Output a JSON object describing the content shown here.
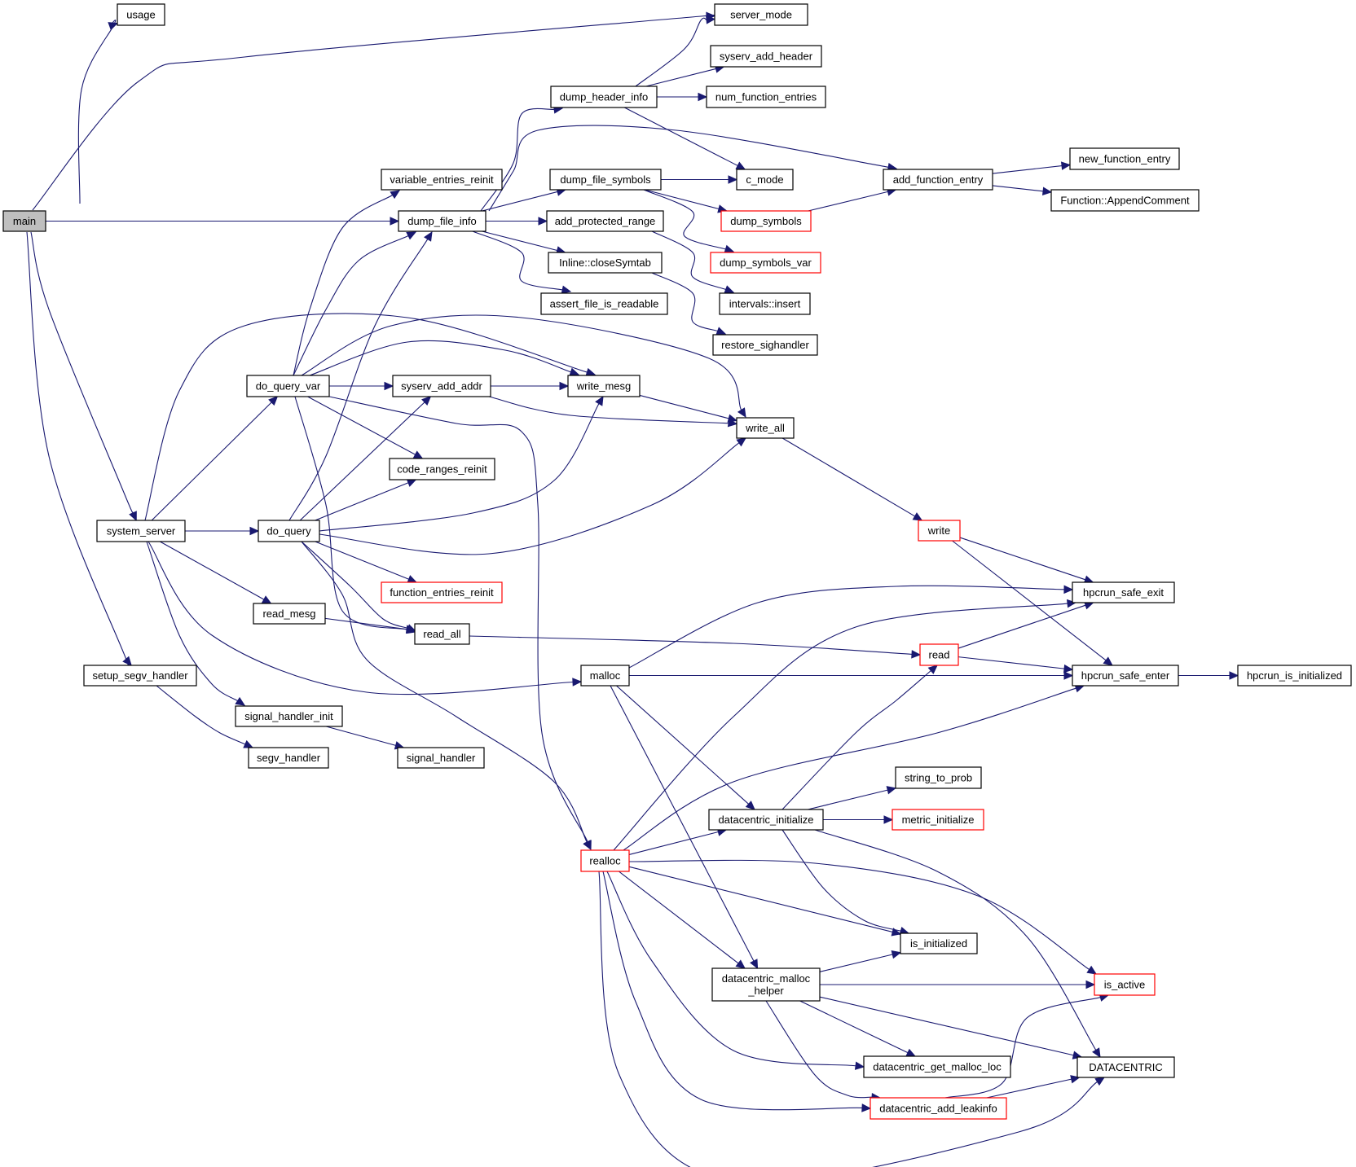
{
  "diagram": {
    "type": "call-graph",
    "colors": {
      "edge": "#191970",
      "root_fill": "#bfbfbf",
      "node_border": "#000000",
      "truncated_border": "#ff0000"
    },
    "nodes": [
      {
        "id": "main",
        "label": "main",
        "kind": "root"
      },
      {
        "id": "usage",
        "label": "usage",
        "kind": "normal"
      },
      {
        "id": "server_mode",
        "label": "server_mode",
        "kind": "normal"
      },
      {
        "id": "syserv_add_header",
        "label": "syserv_add_header",
        "kind": "normal"
      },
      {
        "id": "dump_header_info",
        "label": "dump_header_info",
        "kind": "normal"
      },
      {
        "id": "num_function_entries",
        "label": "num_function_entries",
        "kind": "normal"
      },
      {
        "id": "variable_entries_reinit",
        "label": "variable_entries_reinit",
        "kind": "normal"
      },
      {
        "id": "c_mode",
        "label": "c_mode",
        "kind": "normal"
      },
      {
        "id": "dump_file_symbols",
        "label": "dump_file_symbols",
        "kind": "normal"
      },
      {
        "id": "add_function_entry",
        "label": "add_function_entry",
        "kind": "normal"
      },
      {
        "id": "new_function_entry",
        "label": "new_function_entry",
        "kind": "normal"
      },
      {
        "id": "function_appendcomment",
        "label": "Function::AppendComment",
        "kind": "normal"
      },
      {
        "id": "dump_file_info",
        "label": "dump_file_info",
        "kind": "normal"
      },
      {
        "id": "add_protected_range",
        "label": "add_protected_range",
        "kind": "normal"
      },
      {
        "id": "dump_symbols",
        "label": "dump_symbols",
        "kind": "truncated"
      },
      {
        "id": "inline_closesymtab",
        "label": "Inline::closeSymtab",
        "kind": "normal"
      },
      {
        "id": "dump_symbols_var",
        "label": "dump_symbols_var",
        "kind": "truncated"
      },
      {
        "id": "assert_file_is_readable",
        "label": "assert_file_is_readable",
        "kind": "normal"
      },
      {
        "id": "intervals_insert",
        "label": "intervals::insert",
        "kind": "normal"
      },
      {
        "id": "restore_sighandler",
        "label": "restore_sighandler",
        "kind": "normal"
      },
      {
        "id": "do_query_var",
        "label": "do_query_var",
        "kind": "normal"
      },
      {
        "id": "syserv_add_addr",
        "label": "syserv_add_addr",
        "kind": "normal"
      },
      {
        "id": "write_mesg",
        "label": "write_mesg",
        "kind": "normal"
      },
      {
        "id": "write_all",
        "label": "write_all",
        "kind": "normal"
      },
      {
        "id": "code_ranges_reinit",
        "label": "code_ranges_reinit",
        "kind": "normal"
      },
      {
        "id": "system_server",
        "label": "system_server",
        "kind": "normal"
      },
      {
        "id": "do_query",
        "label": "do_query",
        "kind": "normal"
      },
      {
        "id": "write",
        "label": "write",
        "kind": "truncated"
      },
      {
        "id": "function_entries_reinit",
        "label": "function_entries_reinit",
        "kind": "truncated"
      },
      {
        "id": "hpcrun_safe_exit",
        "label": "hpcrun_safe_exit",
        "kind": "normal"
      },
      {
        "id": "read_mesg",
        "label": "read_mesg",
        "kind": "normal"
      },
      {
        "id": "read_all",
        "label": "read_all",
        "kind": "normal"
      },
      {
        "id": "read",
        "label": "read",
        "kind": "truncated"
      },
      {
        "id": "malloc",
        "label": "malloc",
        "kind": "normal"
      },
      {
        "id": "hpcrun_safe_enter",
        "label": "hpcrun_safe_enter",
        "kind": "normal"
      },
      {
        "id": "hpcrun_is_initialized",
        "label": "hpcrun_is_initialized",
        "kind": "normal"
      },
      {
        "id": "setup_segv_handler",
        "label": "setup_segv_handler",
        "kind": "normal"
      },
      {
        "id": "signal_handler_init",
        "label": "signal_handler_init",
        "kind": "normal"
      },
      {
        "id": "segv_handler",
        "label": "segv_handler",
        "kind": "normal"
      },
      {
        "id": "signal_handler",
        "label": "signal_handler",
        "kind": "normal"
      },
      {
        "id": "string_to_prob",
        "label": "string_to_prob",
        "kind": "normal"
      },
      {
        "id": "datacentric_initialize",
        "label": "datacentric_initialize",
        "kind": "normal"
      },
      {
        "id": "metric_initialize",
        "label": "metric_initialize",
        "kind": "truncated"
      },
      {
        "id": "realloc",
        "label": "realloc",
        "kind": "truncated"
      },
      {
        "id": "is_initialized",
        "label": "is_initialized",
        "kind": "normal"
      },
      {
        "id": "datacentric_malloc_helper",
        "label": "datacentric_malloc\n_helper",
        "kind": "normal"
      },
      {
        "id": "is_active",
        "label": "is_active",
        "kind": "truncated"
      },
      {
        "id": "datacentric_get_malloc_loc",
        "label": "datacentric_get_malloc_loc",
        "kind": "normal"
      },
      {
        "id": "datacentric_uc",
        "label": "DATACENTRIC",
        "kind": "normal"
      },
      {
        "id": "datacentric_add_leakinfo",
        "label": "datacentric_add_leakinfo",
        "kind": "truncated"
      }
    ],
    "edges": [
      [
        "main",
        "usage"
      ],
      [
        "main",
        "server_mode"
      ],
      [
        "main",
        "dump_file_info"
      ],
      [
        "main",
        "system_server"
      ],
      [
        "main",
        "setup_segv_handler"
      ],
      [
        "dump_header_info",
        "server_mode"
      ],
      [
        "dump_header_info",
        "syserv_add_header"
      ],
      [
        "dump_header_info",
        "num_function_entries"
      ],
      [
        "dump_header_info",
        "c_mode"
      ],
      [
        "dump_file_info",
        "dump_header_info"
      ],
      [
        "dump_file_info",
        "add_function_entry"
      ],
      [
        "dump_file_info",
        "dump_file_symbols"
      ],
      [
        "dump_file_info",
        "add_protected_range"
      ],
      [
        "dump_file_info",
        "inline_closesymtab"
      ],
      [
        "dump_file_info",
        "assert_file_is_readable"
      ],
      [
        "dump_file_symbols",
        "c_mode"
      ],
      [
        "dump_file_symbols",
        "dump_symbols"
      ],
      [
        "dump_file_symbols",
        "dump_symbols_var"
      ],
      [
        "dump_symbols",
        "add_function_entry"
      ],
      [
        "add_function_entry",
        "new_function_entry"
      ],
      [
        "add_function_entry",
        "function_appendcomment"
      ],
      [
        "add_protected_range",
        "intervals_insert"
      ],
      [
        "inline_closesymtab",
        "restore_sighandler"
      ],
      [
        "do_query_var",
        "variable_entries_reinit"
      ],
      [
        "do_query_var",
        "dump_file_info"
      ],
      [
        "do_query_var",
        "syserv_add_addr"
      ],
      [
        "do_query_var",
        "write_mesg"
      ],
      [
        "do_query_var",
        "write_all"
      ],
      [
        "do_query_var",
        "code_ranges_reinit"
      ],
      [
        "do_query_var",
        "read_all"
      ],
      [
        "do_query_var",
        "realloc"
      ],
      [
        "syserv_add_addr",
        "write_mesg"
      ],
      [
        "syserv_add_addr",
        "write_all"
      ],
      [
        "write_mesg",
        "write_all"
      ],
      [
        "write_all",
        "write"
      ],
      [
        "system_server",
        "do_query_var"
      ],
      [
        "system_server",
        "do_query"
      ],
      [
        "system_server",
        "write_mesg"
      ],
      [
        "system_server",
        "read_mesg"
      ],
      [
        "system_server",
        "malloc"
      ],
      [
        "system_server",
        "signal_handler_init"
      ],
      [
        "do_query",
        "dump_file_info"
      ],
      [
        "do_query",
        "syserv_add_addr"
      ],
      [
        "do_query",
        "write_mesg"
      ],
      [
        "do_query",
        "code_ranges_reinit"
      ],
      [
        "do_query",
        "write_all"
      ],
      [
        "do_query",
        "function_entries_reinit"
      ],
      [
        "do_query",
        "read_all"
      ],
      [
        "do_query",
        "realloc"
      ],
      [
        "read_mesg",
        "read_all"
      ],
      [
        "read_all",
        "read"
      ],
      [
        "write",
        "hpcrun_safe_exit"
      ],
      [
        "write",
        "hpcrun_safe_enter"
      ],
      [
        "read",
        "hpcrun_safe_exit"
      ],
      [
        "read",
        "hpcrun_safe_enter"
      ],
      [
        "malloc",
        "hpcrun_safe_exit"
      ],
      [
        "malloc",
        "hpcrun_safe_enter"
      ],
      [
        "malloc",
        "datacentric_initialize"
      ],
      [
        "malloc",
        "datacentric_malloc_helper"
      ],
      [
        "hpcrun_safe_enter",
        "hpcrun_is_initialized"
      ],
      [
        "setup_segv_handler",
        "segv_handler"
      ],
      [
        "signal_handler_init",
        "signal_handler"
      ],
      [
        "datacentric_initialize",
        "read"
      ],
      [
        "datacentric_initialize",
        "string_to_prob"
      ],
      [
        "datacentric_initialize",
        "metric_initialize"
      ],
      [
        "datacentric_initialize",
        "is_initialized"
      ],
      [
        "datacentric_initialize",
        "datacentric_uc"
      ],
      [
        "realloc",
        "hpcrun_safe_exit"
      ],
      [
        "realloc",
        "hpcrun_safe_enter"
      ],
      [
        "realloc",
        "datacentric_initialize"
      ],
      [
        "realloc",
        "is_active"
      ],
      [
        "realloc",
        "is_initialized"
      ],
      [
        "realloc",
        "datacentric_malloc_helper"
      ],
      [
        "realloc",
        "datacentric_get_malloc_loc"
      ],
      [
        "realloc",
        "datacentric_add_leakinfo"
      ],
      [
        "realloc",
        "datacentric_uc"
      ],
      [
        "datacentric_malloc_helper",
        "is_initialized"
      ],
      [
        "datacentric_malloc_helper",
        "is_active"
      ],
      [
        "datacentric_malloc_helper",
        "datacentric_uc"
      ],
      [
        "datacentric_malloc_helper",
        "datacentric_get_malloc_loc"
      ],
      [
        "datacentric_malloc_helper",
        "datacentric_add_leakinfo"
      ],
      [
        "datacentric_add_leakinfo",
        "is_active"
      ],
      [
        "datacentric_add_leakinfo",
        "datacentric_uc"
      ]
    ]
  }
}
